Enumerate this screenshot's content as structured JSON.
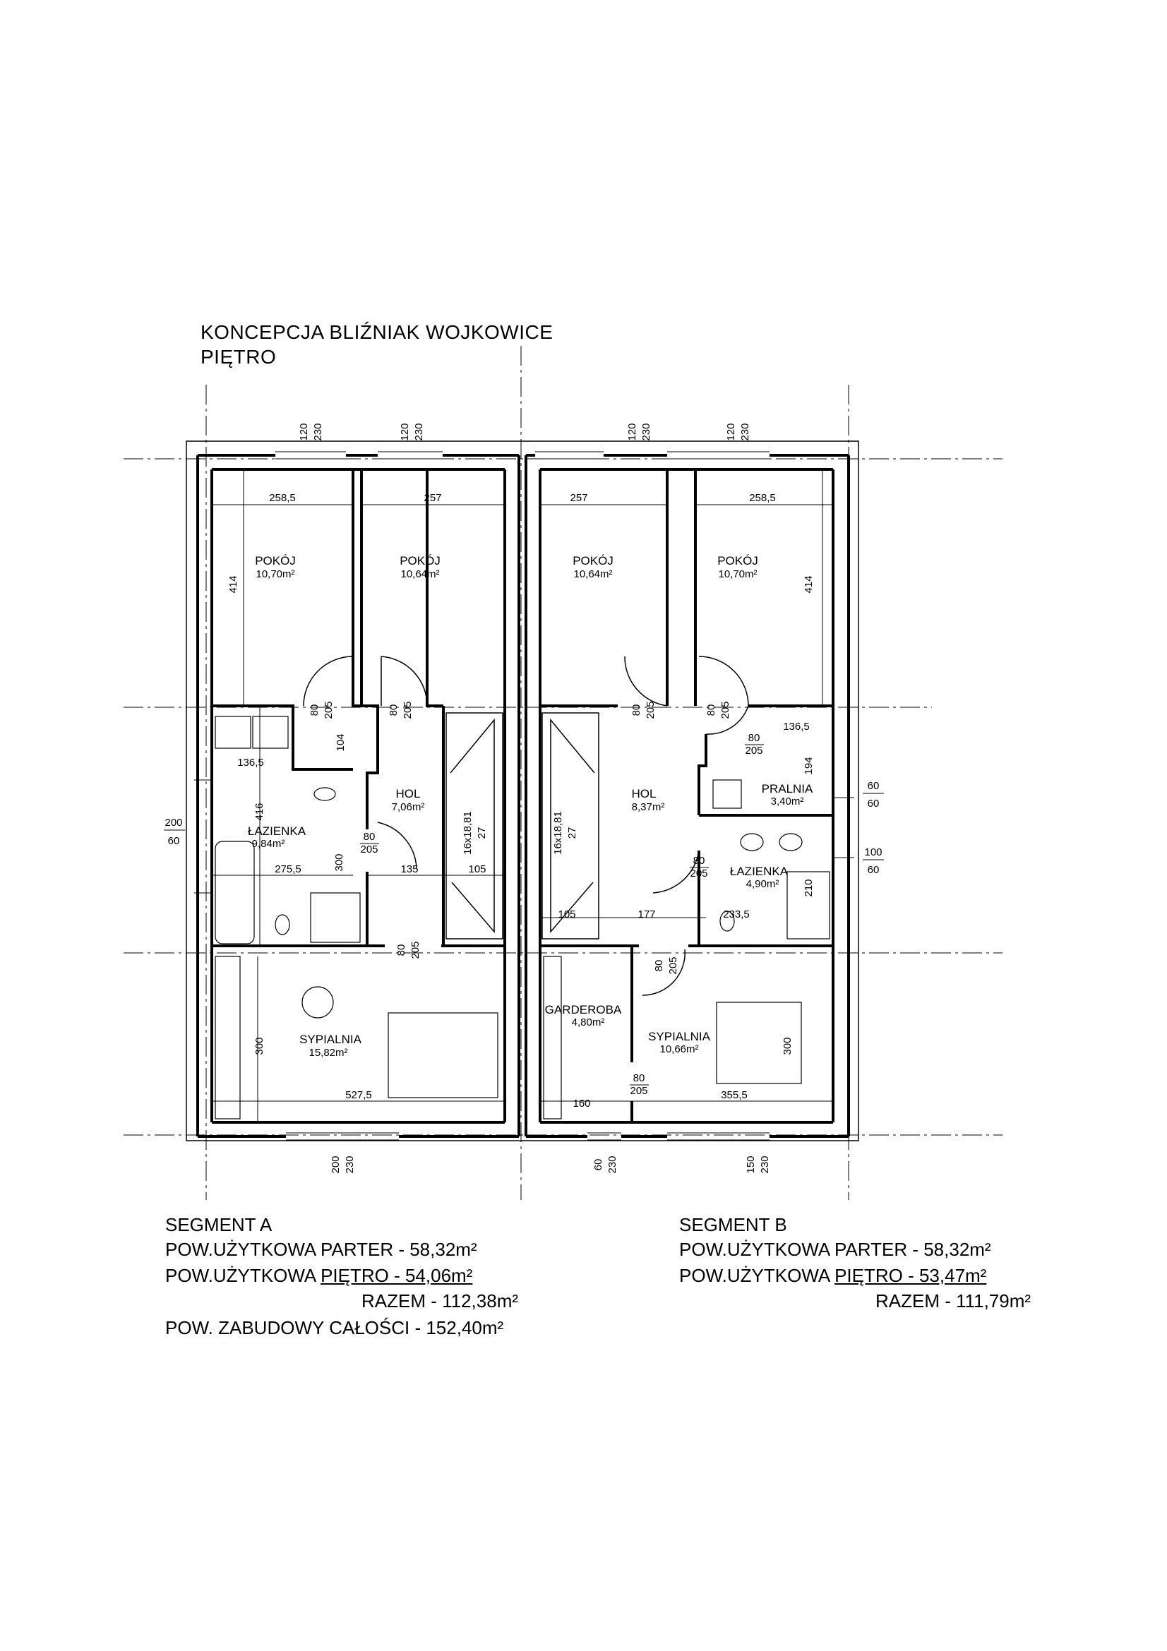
{
  "header": {
    "title": "KONCEPCJA BLIŹNIAK WOJKOWICE",
    "subtitle": "PIĘTRO"
  },
  "rooms": {
    "a_pokoj1": {
      "name": "POKÓJ",
      "area": "10,70m²"
    },
    "a_pokoj2": {
      "name": "POKÓJ",
      "area": "10,64m²"
    },
    "b_pokoj1": {
      "name": "POKÓJ",
      "area": "10,64m²"
    },
    "b_pokoj2": {
      "name": "POKÓJ",
      "area": "10,70m²"
    },
    "a_lazienka": {
      "name": "ŁAZIENKA",
      "area": "9,84m²"
    },
    "a_hol": {
      "name": "HOL",
      "area": "7,06m²"
    },
    "b_hol": {
      "name": "HOL",
      "area": "8,37m²"
    },
    "b_pralnia": {
      "name": "PRALNIA",
      "area": "3,40m²"
    },
    "b_lazienka": {
      "name": "ŁAZIENKA",
      "area": "4,90m²"
    },
    "a_sypialnia": {
      "name": "SYPIALNIA",
      "area": "15,82m²"
    },
    "b_garderoba": {
      "name": "GARDEROBA",
      "area": "4,80m²"
    },
    "b_sypialnia": {
      "name": "SYPIALNIA",
      "area": "10,66m²"
    }
  },
  "dimensions": {
    "w258": "258,5",
    "w257": "257",
    "h414": "414",
    "d80": "80",
    "d205": "205",
    "d120": "120",
    "d230": "230",
    "d104": "104",
    "d136": "136,5",
    "d416": "416",
    "d300": "300",
    "d275": "275,5",
    "d135": "135",
    "d105": "105",
    "stairs": "16x18,81",
    "d27": "27",
    "d527": "527,5",
    "d200": "200",
    "d60": "60",
    "d177": "177",
    "d194": "194",
    "d100": "100",
    "d210": "210",
    "d233": "233,5",
    "d160": "160",
    "d355": "355,5",
    "d150": "150"
  },
  "segment_a": {
    "title": "SEGMENT A",
    "parter": "POW.UŻYTKOWA PARTER - 58,32m²",
    "pietro_label": "POW.UŻYTKOWA ",
    "pietro_u": "PIĘTRO",
    "pietro_val": " - 54,06m²",
    "razem": "RAZEM - 112,38m²",
    "zabudowa": "POW. ZABUDOWY CAŁOŚCI - 152,40m²"
  },
  "segment_b": {
    "title": "SEGMENT B",
    "parter": "POW.UŻYTKOWA PARTER - 58,32m²",
    "pietro_label": "POW.UŻYTKOWA ",
    "pietro_u": "PIĘTRO",
    "pietro_val": " - 53,47m²",
    "razem": "RAZEM - 111,79m²"
  }
}
